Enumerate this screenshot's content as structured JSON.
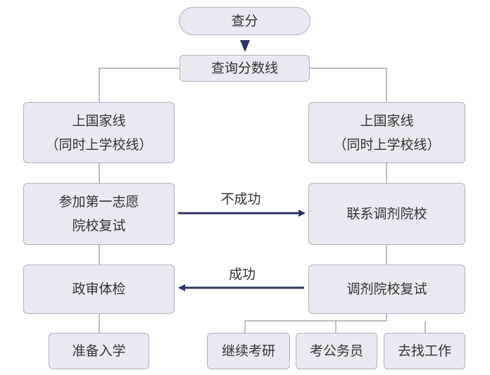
{
  "nodes": {
    "start": "查分",
    "query": "查询分数线",
    "left_line": "上国家线\n（同时上学校线）",
    "right_line": "上国家线\n（同时上学校线）",
    "first_choice": "参加第一志愿\n院校复试",
    "adjust": "联系调剂院校",
    "political": "政审体检",
    "adjust_retest": "调剂院校复试",
    "enroll": "准备入学",
    "continue_exam": "继续考研",
    "civil_service": "考公务员",
    "find_job": "去找工作"
  },
  "edges": {
    "fail_label": "不成功",
    "success_label": "成功"
  },
  "colors": {
    "box_fill": "#e8e9f1",
    "box_border": "#b0b2bd",
    "arrow": "#2e3561",
    "connector": "#a9abb4",
    "text": "#333333"
  }
}
